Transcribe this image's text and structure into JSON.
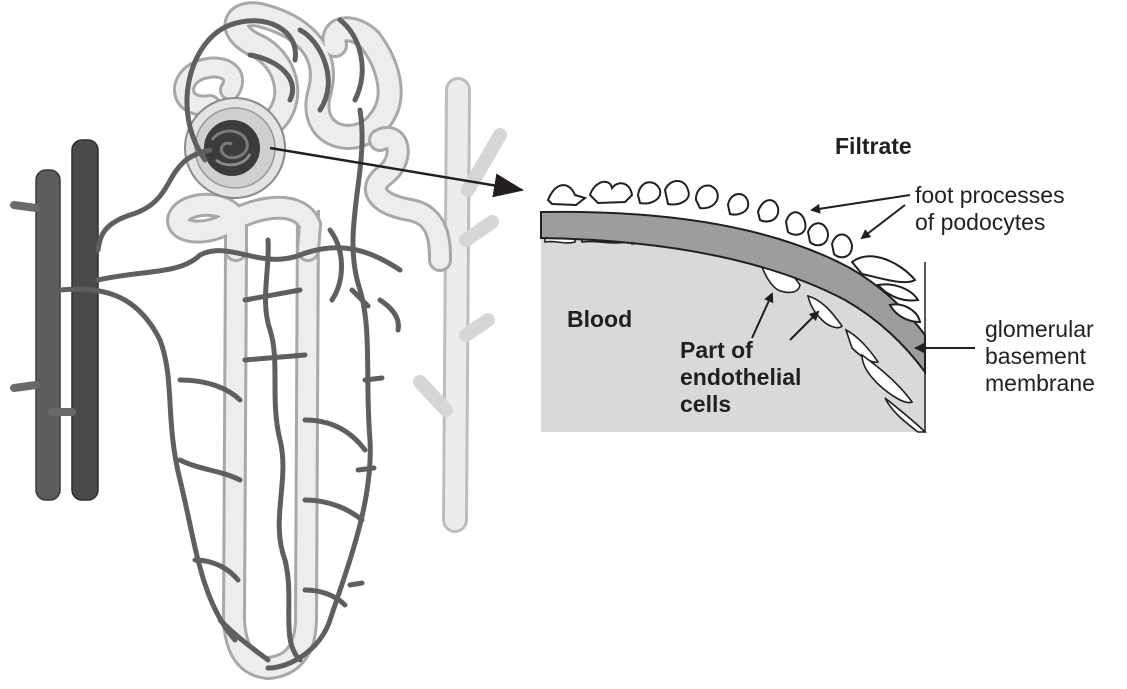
{
  "labels": {
    "filtrate": "Filtrate",
    "foot_processes": "foot processes\nof podocytes",
    "blood": "Blood",
    "endothelial": "Part of\nendothelial\ncells",
    "basement_membrane": "glomerular\nbasement\nmembrane"
  },
  "colors": {
    "blood_fill": "#d9d9d9",
    "membrane": "#9d9d9d",
    "vessel_dark": "#6a6a6a",
    "tubule_light": "#e6e6e6",
    "capillary": "#5f5f5f",
    "outline": "#231f20"
  }
}
